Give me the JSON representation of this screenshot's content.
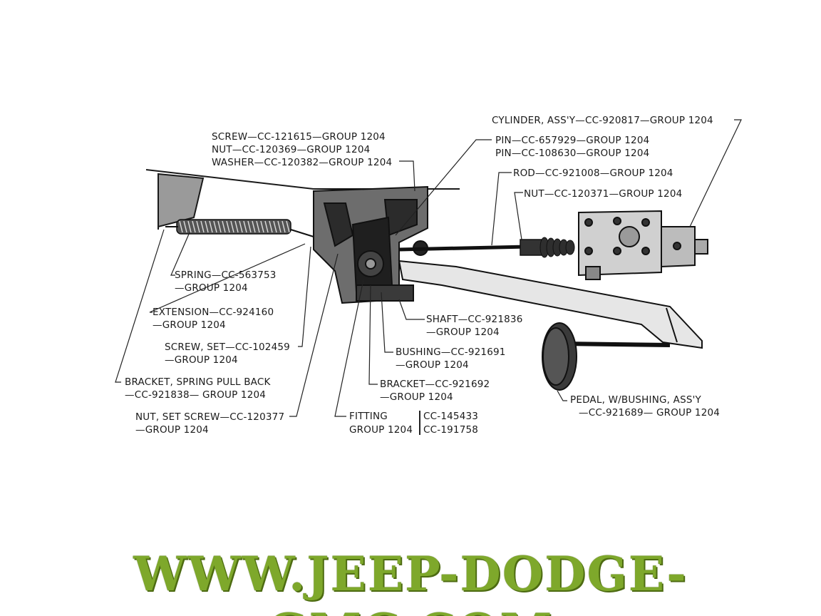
{
  "labels": {
    "cylinder": "CYLINDER, ASS'Y—CC-920817—GROUP 1204",
    "screw": "SCREW—CC-121615—GROUP 1204",
    "nut_top": "NUT—CC-120369—GROUP 1204",
    "washer": "WASHER—CC-120382—GROUP 1204",
    "pin1": "PIN—CC-657929—GROUP 1204",
    "pin2": "PIN—CC-108630—GROUP 1204",
    "rod": "ROD—CC-921008—GROUP 1204",
    "nut_rod": "NUT—CC-120371—GROUP 1204",
    "spring_1": "SPRING—CC-563753",
    "spring_2": "—GROUP 1204",
    "extension_1": "EXTENSION—CC-924160",
    "extension_2": "—GROUP 1204",
    "set_screw_1": "SCREW, SET—CC-102459",
    "set_screw_2": "—GROUP 1204",
    "bracket_spring_1": "BRACKET, SPRING PULL BACK",
    "bracket_spring_2": "—CC-921838—   GROUP 1204",
    "nut_set_screw_1": "NUT, SET SCREW—CC-120377",
    "nut_set_screw_2": "—GROUP 1204",
    "fitting_1": "FITTING",
    "fitting_2": "GROUP 1204",
    "fitting_parts_1": "CC-145433",
    "fitting_parts_2": "CC-191758",
    "shaft_1": "SHAFT—CC-921836",
    "shaft_2": "—GROUP 1204",
    "bushing_1": "BUSHING—CC-921691",
    "bushing_2": "—GROUP 1204",
    "bracket_1": "BRACKET—CC-921692",
    "bracket_2": "—GROUP 1204",
    "pedal_1": "PEDAL, W/BUSHING, ASS'Y",
    "pedal_2": "—CC-921689—   GROUP 1204"
  },
  "footer": {
    "website": "WWW.JEEP-DODGE-GMC.COM",
    "color": "#7ea82b"
  }
}
